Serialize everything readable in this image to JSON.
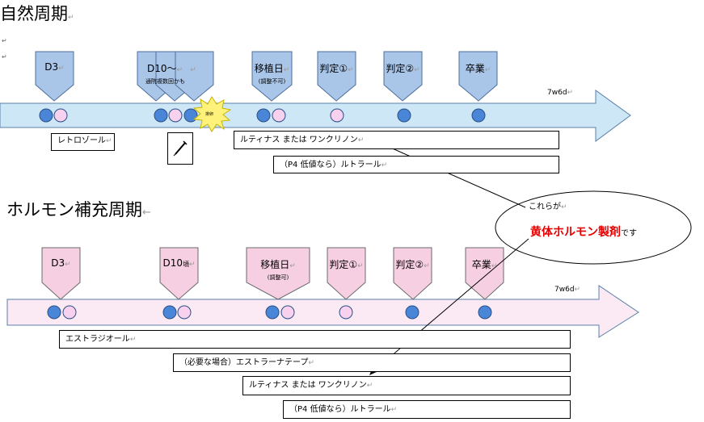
{
  "section1": {
    "title": "自然周期",
    "tags": [
      {
        "label": "D3"
      },
      {
        "label": "D10～",
        "sub": "通院複数回かも"
      },
      {
        "label": ""
      },
      {
        "label": "移植日",
        "sub": "(調整不可)"
      },
      {
        "label": "判定①"
      },
      {
        "label": "判定②"
      },
      {
        "label": "卒業"
      }
    ],
    "duration": "7w6d",
    "burst_label": "排卵",
    "boxes": [
      "レトロゾール",
      "ルティナス または ワンクリノン",
      "（P4 低値なら）ルトラール"
    ]
  },
  "section2": {
    "title": "ホルモン補充周期",
    "tags": [
      {
        "label": "D3"
      },
      {
        "label": "D10",
        "suffix": "頃"
      },
      {
        "label": "移植日",
        "sub": "(調整可)"
      },
      {
        "label": "判定①"
      },
      {
        "label": "判定②"
      },
      {
        "label": "卒業"
      }
    ],
    "duration": "7w6d",
    "boxes": [
      "エストラジオール",
      "（必要な場合）エストラーナテープ",
      "ルティナス または ワンクリノン",
      "（P4 低値なら）ルトラール"
    ]
  },
  "callout": {
    "line1": "これらが",
    "emphasis": "黄体ホルモン製剤",
    "suffix": "です"
  },
  "icons": [
    "syringe-icon",
    "ovulation-burst-icon"
  ],
  "colors": {
    "arrow1": "#cde7f6",
    "arrow2": "#fbeaf3",
    "tag1": "#a9c5e8",
    "tag2": "#f7cfe2",
    "dot_blue": "#4a86d8",
    "dot_pink": "#f7d1ee",
    "callout_emphasis": "#e60000",
    "burst": "#fff27a"
  }
}
